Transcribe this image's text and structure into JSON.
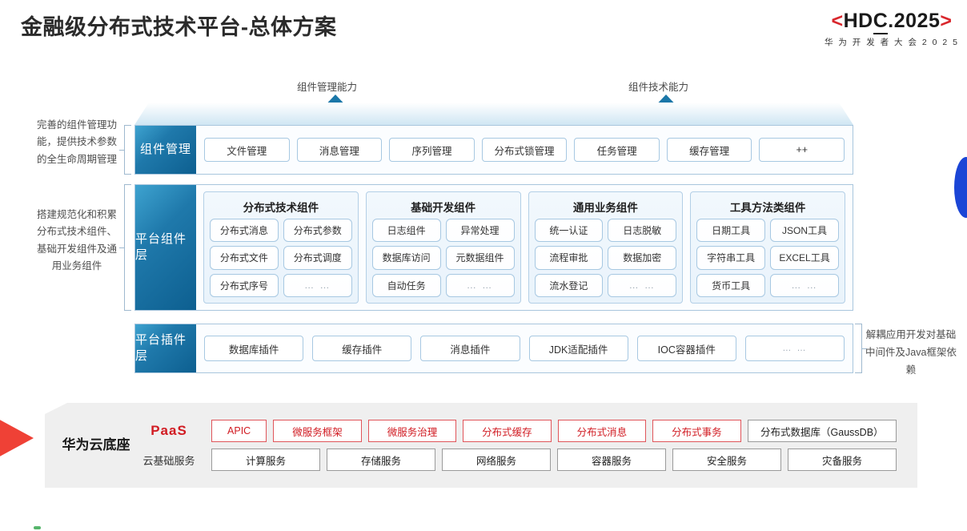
{
  "header": {
    "title": "金融级分布式技术平台-总体方案",
    "logo_bracket_left": "<",
    "logo_main_a": "HD",
    "logo_main_underlined": "C",
    "logo_main_b": ".2025",
    "logo_bracket_right": ">",
    "logo_sub": "华 为 开 发 者 大 会 2 0 2 5"
  },
  "arrows": [
    {
      "label": "组件管理能力"
    },
    {
      "label": "组件技术能力"
    }
  ],
  "left_notes": [
    {
      "text": "完善的组件管理功能，提供技术参数的全生命周期管理"
    },
    {
      "text": "搭建规范化和积累分布式技术组件、基础开发组件及通用业务组件"
    }
  ],
  "right_note": {
    "text": "解耦应用开发对基础中间件及Java框架依赖"
  },
  "rows": {
    "management": {
      "tag": "组件管理",
      "items": [
        "文件管理",
        "消息管理",
        "序列管理",
        "分布式锁管理",
        "任务管理",
        "缓存管理",
        "++"
      ]
    },
    "platform": {
      "tag": "平台组件层",
      "groups": [
        {
          "title": "分布式技术组件",
          "lines": [
            [
              "分布式消息",
              "分布式参数"
            ],
            [
              "分布式文件",
              "分布式调度"
            ],
            [
              "分布式序号",
              "… …"
            ]
          ]
        },
        {
          "title": "基础开发组件",
          "lines": [
            [
              "日志组件",
              "异常处理"
            ],
            [
              "数据库访问",
              "元数据组件"
            ],
            [
              "自动任务",
              "… …"
            ]
          ]
        },
        {
          "title": "通用业务组件",
          "lines": [
            [
              "统一认证",
              "日志脱敏"
            ],
            [
              "流程审批",
              "数据加密"
            ],
            [
              "流水登记",
              "… …"
            ]
          ]
        },
        {
          "title": "工具方法类组件",
          "lines": [
            [
              "日期工具",
              "JSON工具"
            ],
            [
              "字符串工具",
              "EXCEL工具"
            ],
            [
              "货币工具",
              "… …"
            ]
          ]
        }
      ]
    },
    "plugin": {
      "tag": "平台插件层",
      "items": [
        "数据库插件",
        "缓存插件",
        "消息插件",
        "JDK适配插件",
        "IOC容器插件",
        "… …"
      ]
    }
  },
  "cloud_base": {
    "title": "华为云底座",
    "paas_label": "PaaS",
    "paas_items": [
      {
        "label": "APIC",
        "style": "red",
        "flex": 0.62
      },
      {
        "label": "微服务框架",
        "style": "red",
        "flex": 1
      },
      {
        "label": "微服务治理",
        "style": "red",
        "flex": 1
      },
      {
        "label": "分布式缓存",
        "style": "red",
        "flex": 1
      },
      {
        "label": "分布式消息",
        "style": "red",
        "flex": 1
      },
      {
        "label": "分布式事务",
        "style": "red",
        "flex": 1
      },
      {
        "label": "分布式数据库（GaussDB）",
        "style": "gray",
        "flex": 1.7
      }
    ],
    "infra_label": "云基础服务",
    "infra_items": [
      {
        "label": "计算服务",
        "style": "gray",
        "flex": 1
      },
      {
        "label": "存储服务",
        "style": "gray",
        "flex": 1
      },
      {
        "label": "网络服务",
        "style": "gray",
        "flex": 1
      },
      {
        "label": "容器服务",
        "style": "gray",
        "flex": 1
      },
      {
        "label": "安全服务",
        "style": "gray",
        "flex": 1
      },
      {
        "label": "灾备服务",
        "style": "gray",
        "flex": 1
      }
    ]
  },
  "colors": {
    "brand_red": "#d11b22",
    "logo_bracket_red": "#d9262c",
    "tag_blue": "#1f79ab",
    "arrow_blue": "#1b77a8",
    "edge_blue": "#1b45d6",
    "edge_red": "#ef4136",
    "panel_gray": "#efefef"
  }
}
